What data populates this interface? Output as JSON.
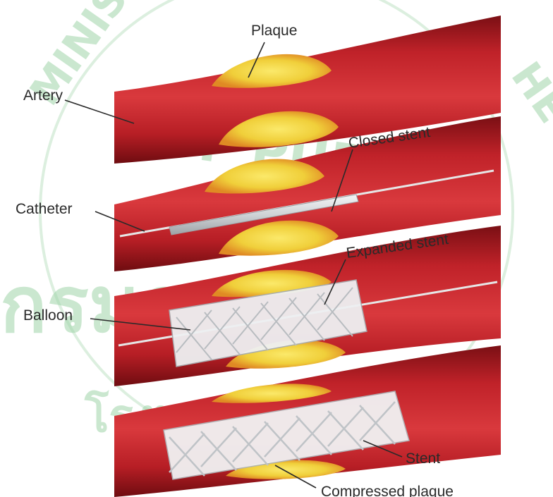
{
  "labels": {
    "plaque": "Plaque",
    "artery": "Artery",
    "closed_stent": "Closed stent",
    "catheter": "Catheter",
    "expanded_stent": "Expanded stent",
    "balloon": "Balloon",
    "stent": "Stent",
    "compressed_plaque": "Compressed plaque"
  },
  "watermark": {
    "arc_text": "MINISTRY OF PUBLIC HEALTH",
    "thai_line_1": "กรมการแพทย์",
    "thai_line_2": "โรงพยาบาลเลิดสิน"
  },
  "colors": {
    "artery_dark": "#8e1218",
    "artery_mid": "#c4242b",
    "artery_light": "#e0474a",
    "plaque_yellow": "#f2d441",
    "plaque_orange": "#e8a02a",
    "stent_gray": "#d8dadc",
    "watermark_green": "#9fd4a9"
  }
}
